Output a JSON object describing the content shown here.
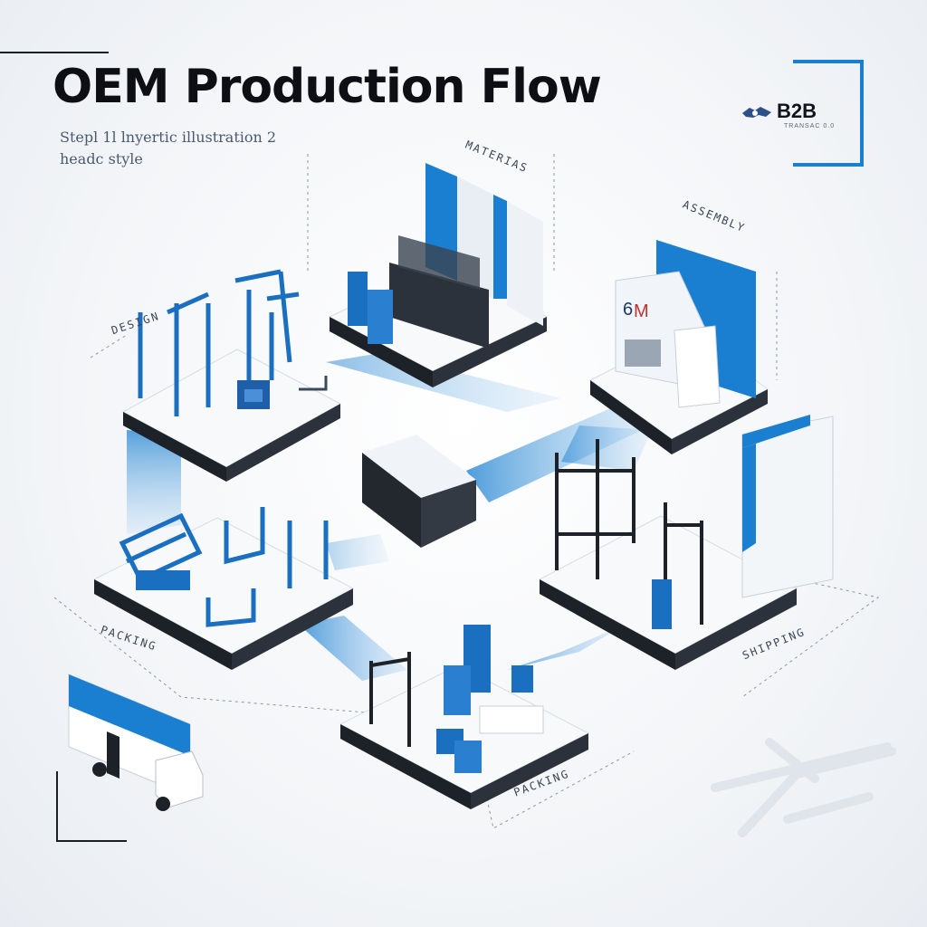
{
  "header": {
    "title": "OEM Production Flow",
    "subtitle_line1": "Stepl 1l lnyertic illustration 2",
    "subtitle_line2": "headc style"
  },
  "brand": {
    "name": "B2B",
    "tagline": "TRANSAC 0.0"
  },
  "stages": {
    "materials": "MATERIAS",
    "assembly": "ASSEMBLY",
    "design": "DESIGN",
    "packing_left": "PACKING",
    "shipping": "SHIPPING",
    "packing_bottom": "PACKING"
  },
  "icons": {
    "brand_logo": "handshake-icon",
    "truck": "delivery-truck-icon",
    "plane": "airplane-icon"
  },
  "colors": {
    "accent": "#1a7fd0",
    "accent_light": "#8fc3ee",
    "dark": "#23282f",
    "platform": "#f7f9fb"
  }
}
